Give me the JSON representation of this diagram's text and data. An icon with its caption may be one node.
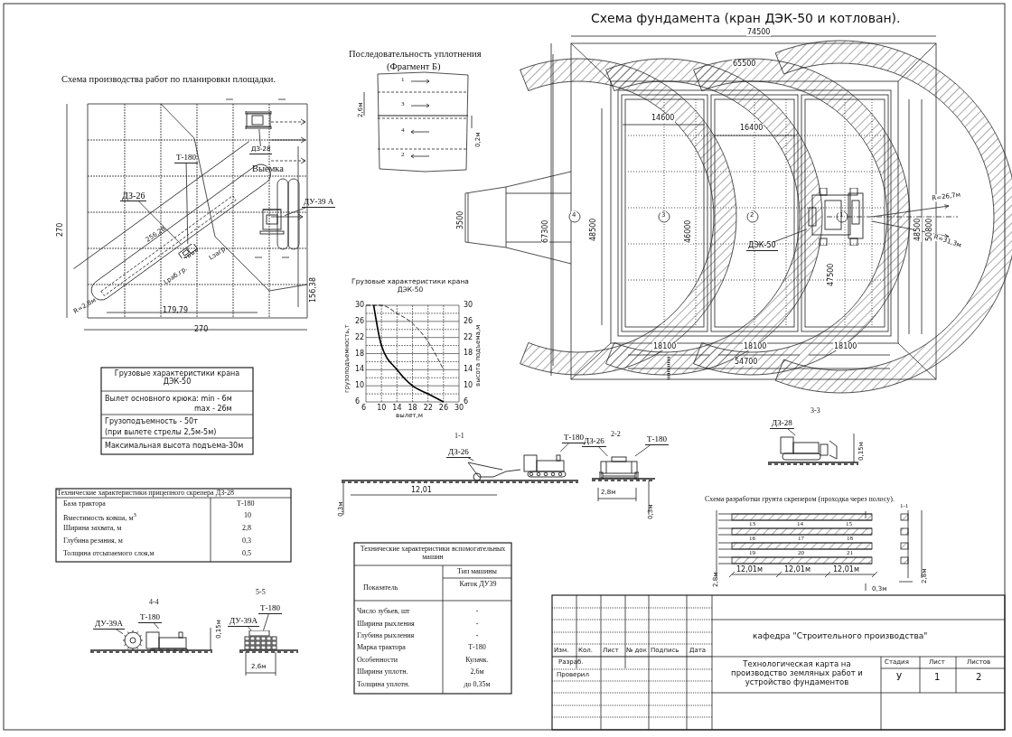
{
  "diagram": {
    "nodes": [
      {
        "text": [
          "ДЗ-28"
        ]
      },
      {
        "text": [],
        "shape": "picture"
      },
      {
        "text": [
          "ДЗ-26"
        ]
      },
      {
        "text": [],
        "shape": "picture"
      },
      {
        "text": [
          "Т-180"
        ]
      },
      {
        "text": [
          "ДУ-39 А"
        ]
      },
      {
        "text": [],
        "shape": "picture"
      },
      {
        "text": [
          "ДЭК-50"
        ]
      },
      {
        "text": [],
        "shape": "picture"
      },
      {
        "text": [
          "ДЗ-26"
        ]
      },
      {
        "text": [],
        "shape": "picture"
      },
      {
        "text": [
          "Т-180"
        ]
      },
      {
        "text": [],
        "shape": "picture"
      },
      {
        "text": [
          "ДЗ-26"
        ]
      },
      {
        "text": [
          "Т-180"
        ]
      },
      {
        "text": [],
        "shape": "picture"
      },
      {
        "text": [
          "ДЗ-28"
        ]
      },
      {
        "text": [],
        "shape": "picture"
      },
      {
        "text": [
          "ДУ-39А"
        ]
      },
      {
        "text": [],
        "shape": "picture"
      },
      {
        "text": [
          "Т-180"
        ]
      },
      {
        "text": [],
        "shape": "picture"
      },
      {
        "text": [
          "ДУ-39А"
        ]
      },
      {
        "text": [
          "Т-180"
        ]
      },
      {
        "text": [],
        "shape": "picture"
      }
    ],
    "edges": [
      {
        "from": 0,
        "to": 1,
        "arrow": "none"
      },
      {
        "from": 2,
        "to": 3,
        "arrow": "none"
      },
      {
        "from": 4,
        "to": 3,
        "arrow": "none"
      },
      {
        "from": 5,
        "to": 6,
        "arrow": "none"
      },
      {
        "from": 7,
        "to": 8,
        "arrow": "none"
      },
      {
        "from": 9,
        "to": 10,
        "arrow": "none"
      },
      {
        "from": 11,
        "to": 12,
        "arrow": "none"
      },
      {
        "from": 13,
        "to": 15,
        "arrow": "none"
      },
      {
        "from": 14,
        "to": 15,
        "arrow": "none"
      },
      {
        "from": 16,
        "to": 17,
        "arrow": "none"
      },
      {
        "from": 18,
        "to": 19,
        "arrow": "none"
      },
      {
        "from": 20,
        "to": 21,
        "arrow": "none"
      },
      {
        "from": 22,
        "to": 24,
        "arrow": "none"
      },
      {
        "from": 23,
        "to": 24,
        "arrow": "none"
      }
    ],
    "labels": [
      "Схема производства работ по планировки площадки.",
      "270",
      "270",
      "179,79",
      "156,38",
      "256,28",
      "R=2,8м",
      "Lраб.гр.",
      "Lзагр.",
      "Выемка",
      "Последовательность уплотнения",
      "(Фрагмент Б)",
      "1",
      "3",
      "4",
      "2",
      "2,6м",
      "0,2м",
      "Схема фундамента (кран ДЭК-50 и котлован).",
      "74500",
      "65500",
      "14600",
      "16400",
      "67300",
      "48500",
      "46000",
      "3500",
      "4",
      "3",
      "2",
      "1",
      "47500",
      "48500",
      "50800",
      "R=26,7м",
      "R=31,3м",
      "18100",
      "18100",
      "18100",
      "54700",
      "30",
      "26",
      "22",
      "18",
      "14",
      "10",
      "6",
      "высота подъема,м",
      "Грузовые характеристики крана ДЭК-50",
      "Вылет основного крюка: min - 6м",
      "max - 26м",
      "Грузоподъемность - 50т",
      "(при вылете стрелы 2,5м-5м)",
      "Максимальная высота подъема-30м",
      "Технические характеристики прицепного скрепера ДЗ-28",
      "База трактора",
      "Т-180",
      "Вместимость ковша, м$^{3}$",
      "10",
      "Ширина захвата, м",
      "2,8",
      "Глубина резания, м",
      "0,3",
      "Толщина отсыпаемого слоя,м",
      "0,5",
      "1-1",
      "12,01",
      "0,3м",
      "2-2",
      "2,8м",
      "0,3м",
      "3-3",
      "0,15м",
      "Схема разработки грунта скрепером (проходка через полосу).",
      "13",
      "14",
      "15",
      "16",
      "17",
      "18",
      "19",
      "20",
      "21",
      "12,01м",
      "12,01м",
      "12,01м",
      "2,8м",
      "1-1",
      "2,8м",
      "0,3м",
      "4-4",
      "0,15м",
      "5-5",
      "2,6м",
      "Технические характеристики вспомогательных машин",
      "Показатель",
      "Тип машины",
      "Каток ДУ39",
      "Число зубьев, шт",
      "-",
      "Ширина рыхления",
      "-",
      "Глубина рыхления",
      "-",
      "Марка трактора",
      "Т-180",
      "Особенности",
      "Кулачк.",
      "Ширина уплотн.",
      "2,6м",
      "Толщина уплотн.",
      "до 0,35м",
      "Изм.",
      "Кол.",
      "Лист",
      "№ док",
      "Подпись",
      "Дата",
      "Разраб.",
      "Проверил",
      "кафедра \"Строительного производства\"",
      "Технологическая карта на производство земляных работ и устройство фундаментов",
      "Стадия",
      "Лист",
      "Листов",
      "У",
      "1",
      "2"
    ],
    "chart_data": {
      "type": "line",
      "title": "Грузовые характеристики крана ДЭК-50",
      "xlabel": "вылет,м",
      "ylabel": "грузоподъемность,т",
      "x": [
        6,
        8,
        10,
        14,
        18,
        22,
        26
      ],
      "series": [
        {
          "color": "#000000",
          "line_style": "solid",
          "values": [
            null,
            30,
            20,
            14,
            10,
            8,
            6
          ]
        },
        {
          "color": "#000000",
          "line_style": "dashed",
          "values": [
            30,
            30,
            30,
            28,
            25.5,
            21,
            14
          ]
        }
      ],
      "grid": true,
      "xlim": [
        6,
        30
      ],
      "ylim": [
        6,
        30
      ],
      "xticks": [
        6,
        10,
        14,
        18,
        22,
        26,
        30
      ],
      "yticks": [
        6,
        10,
        14,
        18,
        22,
        26,
        30
      ]
    }
  }
}
